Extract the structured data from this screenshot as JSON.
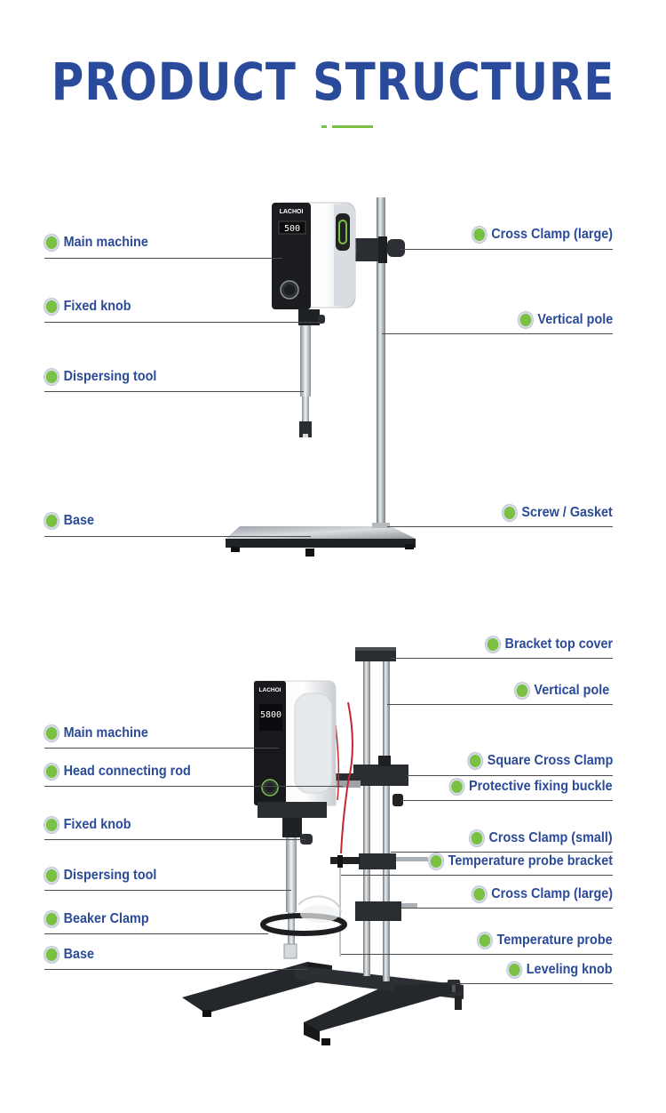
{
  "title": "PRODUCT STRUCTURE",
  "colors": {
    "title": "#2a4a9c",
    "label": "#2b4a98",
    "bullet": "#7ac143",
    "accent": "#7ac143"
  },
  "top_diagram": {
    "brand": "LACHOI",
    "display": "500",
    "left_labels": [
      "Main machine",
      "Fixed knob",
      "Dispersing tool",
      "Base"
    ],
    "right_labels": [
      "Cross Clamp (large)",
      "Vertical pole",
      "Screw / Gasket"
    ]
  },
  "bottom_diagram": {
    "brand": "LACHOI",
    "display": "5800",
    "left_labels": [
      "Main machine",
      "Head connecting rod",
      "Fixed knob",
      "Dispersing tool",
      "Beaker Clamp",
      "Base"
    ],
    "right_labels": [
      "Bracket top cover",
      "Vertical pole",
      "Square Cross Clamp",
      "Protective fixing buckle",
      "Cross Clamp (small)",
      "Temperature probe bracket",
      "Cross Clamp (large)",
      "Temperature probe",
      "Leveling knob"
    ]
  }
}
